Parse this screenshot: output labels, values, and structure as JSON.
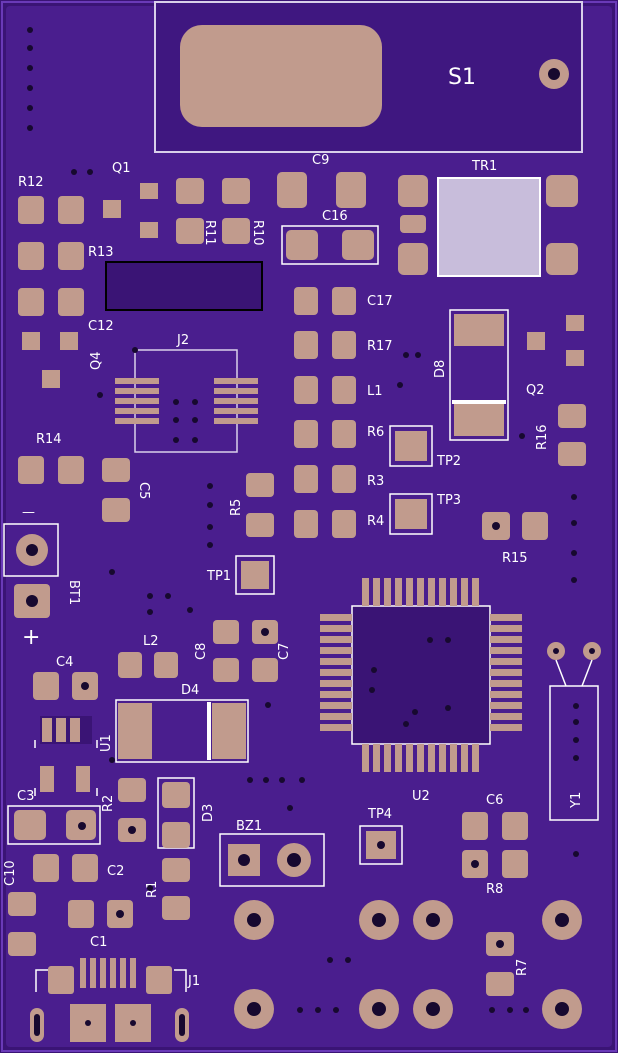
{
  "board": {
    "colors": {
      "substrate": "#3a1475",
      "copper": "#5b2aa4",
      "copper_dark": "#4a1e8e",
      "pad": "#c19b8d",
      "pad_light": "#c8bddb",
      "silk": "#ffffff",
      "hole": "#17092f"
    }
  },
  "labels": {
    "S1": "S1",
    "Q1": "Q1",
    "R11": "R11",
    "R10": "R10",
    "C9": "C9",
    "TR1": "TR1",
    "R12": "R12",
    "R13": "R13",
    "C16": "C16",
    "C12": "C12",
    "J2": "J2",
    "Q4": "Q4",
    "C17": "C17",
    "R17": "R17",
    "L1": "L1",
    "R6": "R6",
    "R3": "R3",
    "R4": "R4",
    "D8": "D8",
    "Q2": "Q2",
    "R16": "R16",
    "TP2": "TP2",
    "TP3": "TP3",
    "R14": "R14",
    "C5": "C5",
    "R5": "R5",
    "R15": "R15",
    "TP1": "TP1",
    "BT1": "BT1",
    "minus": "—",
    "plus": "+",
    "L2": "L2",
    "C8": "C8",
    "C7": "C7",
    "C4": "C4",
    "D4": "D4",
    "U1": "U1",
    "U2": "U2",
    "Y1": "Y1",
    "C3": "C3",
    "R2": "R2",
    "D3": "D3",
    "BZ1": "BZ1",
    "TP4": "TP4",
    "C6": "C6",
    "R8": "R8",
    "C10": "C10",
    "C2": "C2",
    "R1": "R1",
    "C1": "C1",
    "J1": "J1",
    "R7": "R7"
  }
}
